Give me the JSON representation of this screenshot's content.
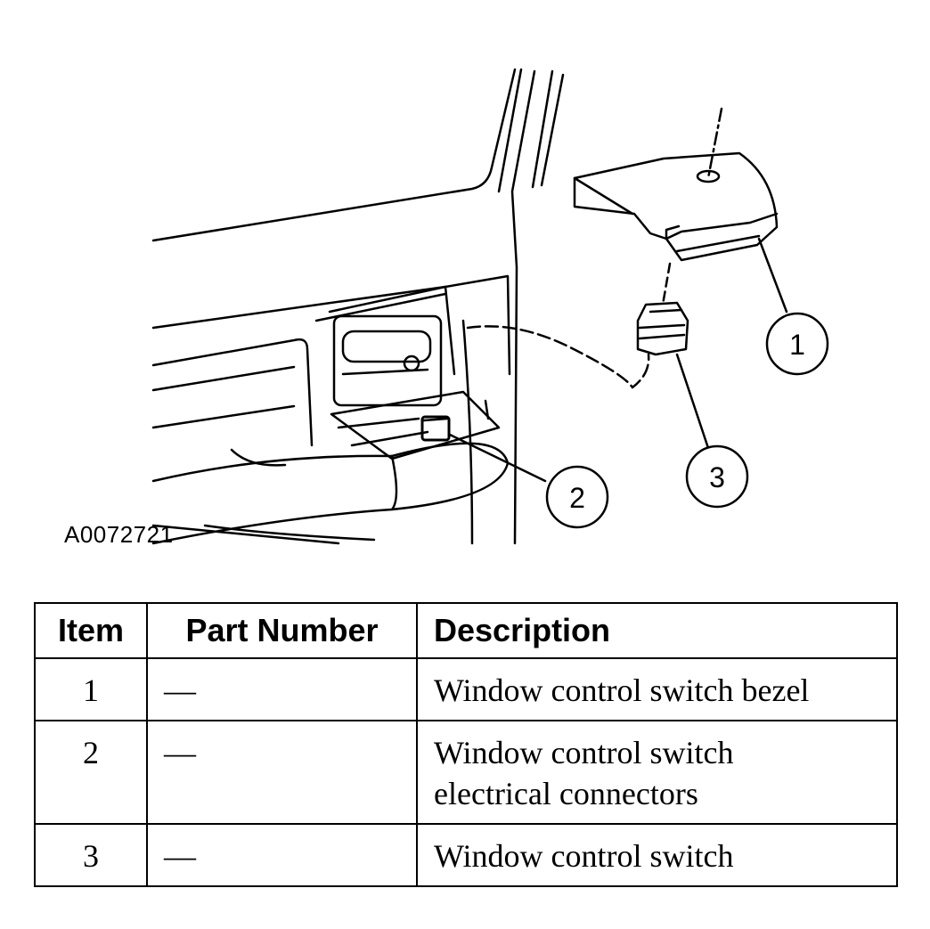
{
  "figure": {
    "id": "A0072721",
    "callouts": [
      "1",
      "2",
      "3"
    ]
  },
  "table": {
    "headers": {
      "item": "Item",
      "part_number": "Part Number",
      "description": "Description"
    },
    "rows": [
      {
        "item": "1",
        "part_number": "—",
        "description": "Window control switch bezel"
      },
      {
        "item": "2",
        "part_number": "—",
        "description": "Window control switch\nelectrical connectors"
      },
      {
        "item": "3",
        "part_number": "—",
        "description": "Window control switch"
      }
    ]
  }
}
